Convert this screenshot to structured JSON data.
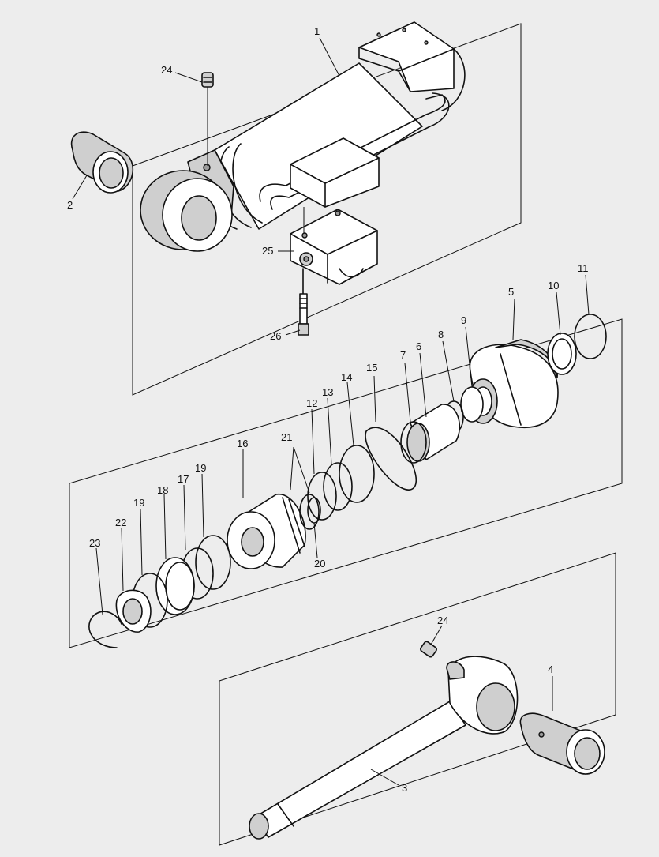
{
  "callouts": {
    "c1": "1",
    "c2": "2",
    "c3": "3",
    "c4": "4",
    "c5": "5",
    "c6": "6",
    "c7": "7",
    "c8": "8",
    "c9": "9",
    "c10": "10",
    "c11": "11",
    "c12": "12",
    "c13": "13",
    "c14": "14",
    "c15": "15",
    "c16": "16",
    "c17": "17",
    "c18": "18",
    "c19a": "19",
    "c19b": "19",
    "c20": "20",
    "c21": "21",
    "c22": "22",
    "c23": "23",
    "c24a": "24",
    "c24b": "24",
    "c25": "25",
    "c26": "26"
  },
  "colors": {
    "background": "#ededed",
    "line": "#111111",
    "shade": "#cfcfcf"
  }
}
